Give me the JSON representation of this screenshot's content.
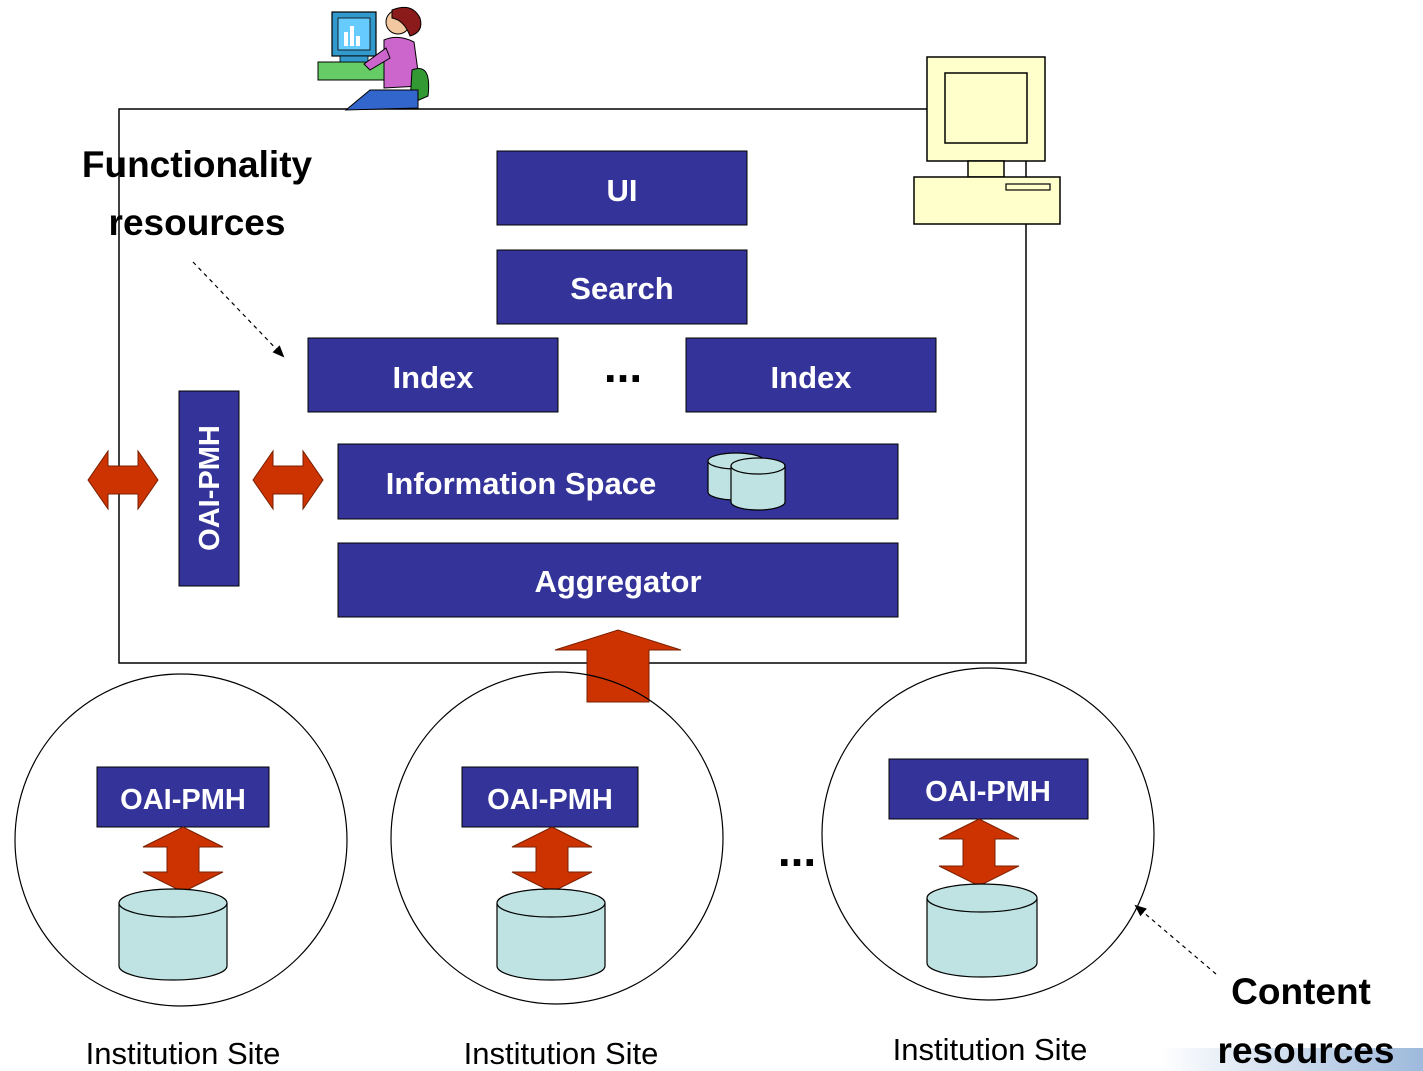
{
  "labels": {
    "functionality": [
      "Functionality",
      "resources"
    ],
    "content": [
      "Content",
      "resources"
    ]
  },
  "portal": {
    "ui": "UI",
    "search": "Search",
    "index_left": "Index",
    "index_right": "Index",
    "ellipsis": "...",
    "information_space": "Information Space",
    "aggregator": "Aggregator",
    "oai_pmh": "OAI-PMH"
  },
  "sites": [
    {
      "protocol": "OAI-PMH",
      "name": "Institution Site"
    },
    {
      "protocol": "OAI-PMH",
      "name": "Institution Site"
    },
    {
      "protocol": "OAI-PMH",
      "name": "Institution Site"
    }
  ],
  "sites_ellipsis": "...",
  "icons": [
    "user-at-computer-icon",
    "desktop-computer-icon",
    "database-icon"
  ],
  "colors": {
    "box_fill": "#333399",
    "box_text": "#ffffff",
    "arrow_fill": "#cc3300",
    "db_fill": "#bfe2e2",
    "computer_fill": "#ffffcc",
    "line": "#000000",
    "accent_blue": "#b8cce4"
  }
}
